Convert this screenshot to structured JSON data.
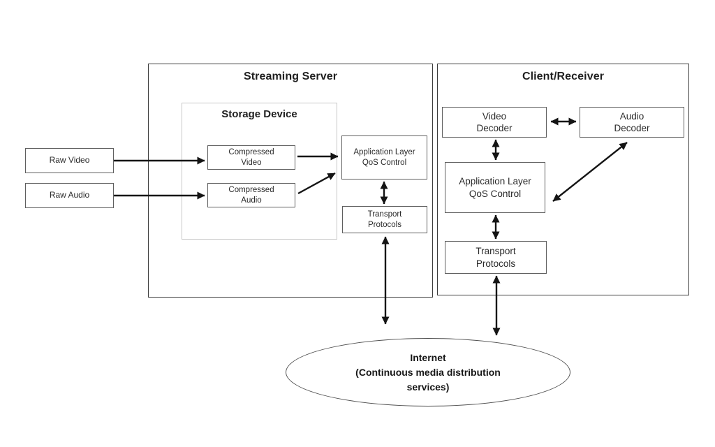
{
  "colors": {
    "background": "#ffffff",
    "arrow": "#141414",
    "outer_border": "#3d3d3d",
    "box_border": "#5f5f5f",
    "storage_border": "#c6c6c6",
    "text": "#1f1f1f"
  },
  "inputs": {
    "raw_video": "Raw Video",
    "raw_audio": "Raw Audio"
  },
  "server": {
    "title": "Streaming Server",
    "storage": {
      "title": "Storage Device",
      "compressed_video": "Compressed\nVideo",
      "compressed_audio": "Compressed\nAudio"
    },
    "qos": "Application Layer\nQoS Control",
    "transport": "Transport\nProtocols"
  },
  "client": {
    "title": "Client/Receiver",
    "video_decoder": "Video\nDecoder",
    "audio_decoder": "Audio\nDecoder",
    "qos": "Application Layer\nQoS Control",
    "transport": "Transport\nProtocols"
  },
  "internet": {
    "label": "Internet\n(Continuous media distribution\nservices)"
  },
  "connections": [
    {
      "from": "Raw Video",
      "to": "Compressed Video",
      "bidirectional": false
    },
    {
      "from": "Raw Audio",
      "to": "Compressed Audio",
      "bidirectional": false
    },
    {
      "from": "Compressed Video",
      "to": "Application Layer QoS Control (server)",
      "bidirectional": false
    },
    {
      "from": "Compressed Audio",
      "to": "Application Layer QoS Control (server)",
      "bidirectional": false
    },
    {
      "from": "Application Layer QoS Control (server)",
      "to": "Transport Protocols (server)",
      "bidirectional": true
    },
    {
      "from": "Transport Protocols (server)",
      "to": "Internet",
      "bidirectional": true
    },
    {
      "from": "Video Decoder",
      "to": "Audio Decoder",
      "bidirectional": true
    },
    {
      "from": "Video Decoder",
      "to": "Application Layer QoS Control (client)",
      "bidirectional": true
    },
    {
      "from": "Audio Decoder",
      "to": "Application Layer QoS Control (client)",
      "bidirectional": true
    },
    {
      "from": "Application Layer QoS Control (client)",
      "to": "Transport Protocols (client)",
      "bidirectional": true
    },
    {
      "from": "Transport Protocols (client)",
      "to": "Internet",
      "bidirectional": true
    }
  ]
}
